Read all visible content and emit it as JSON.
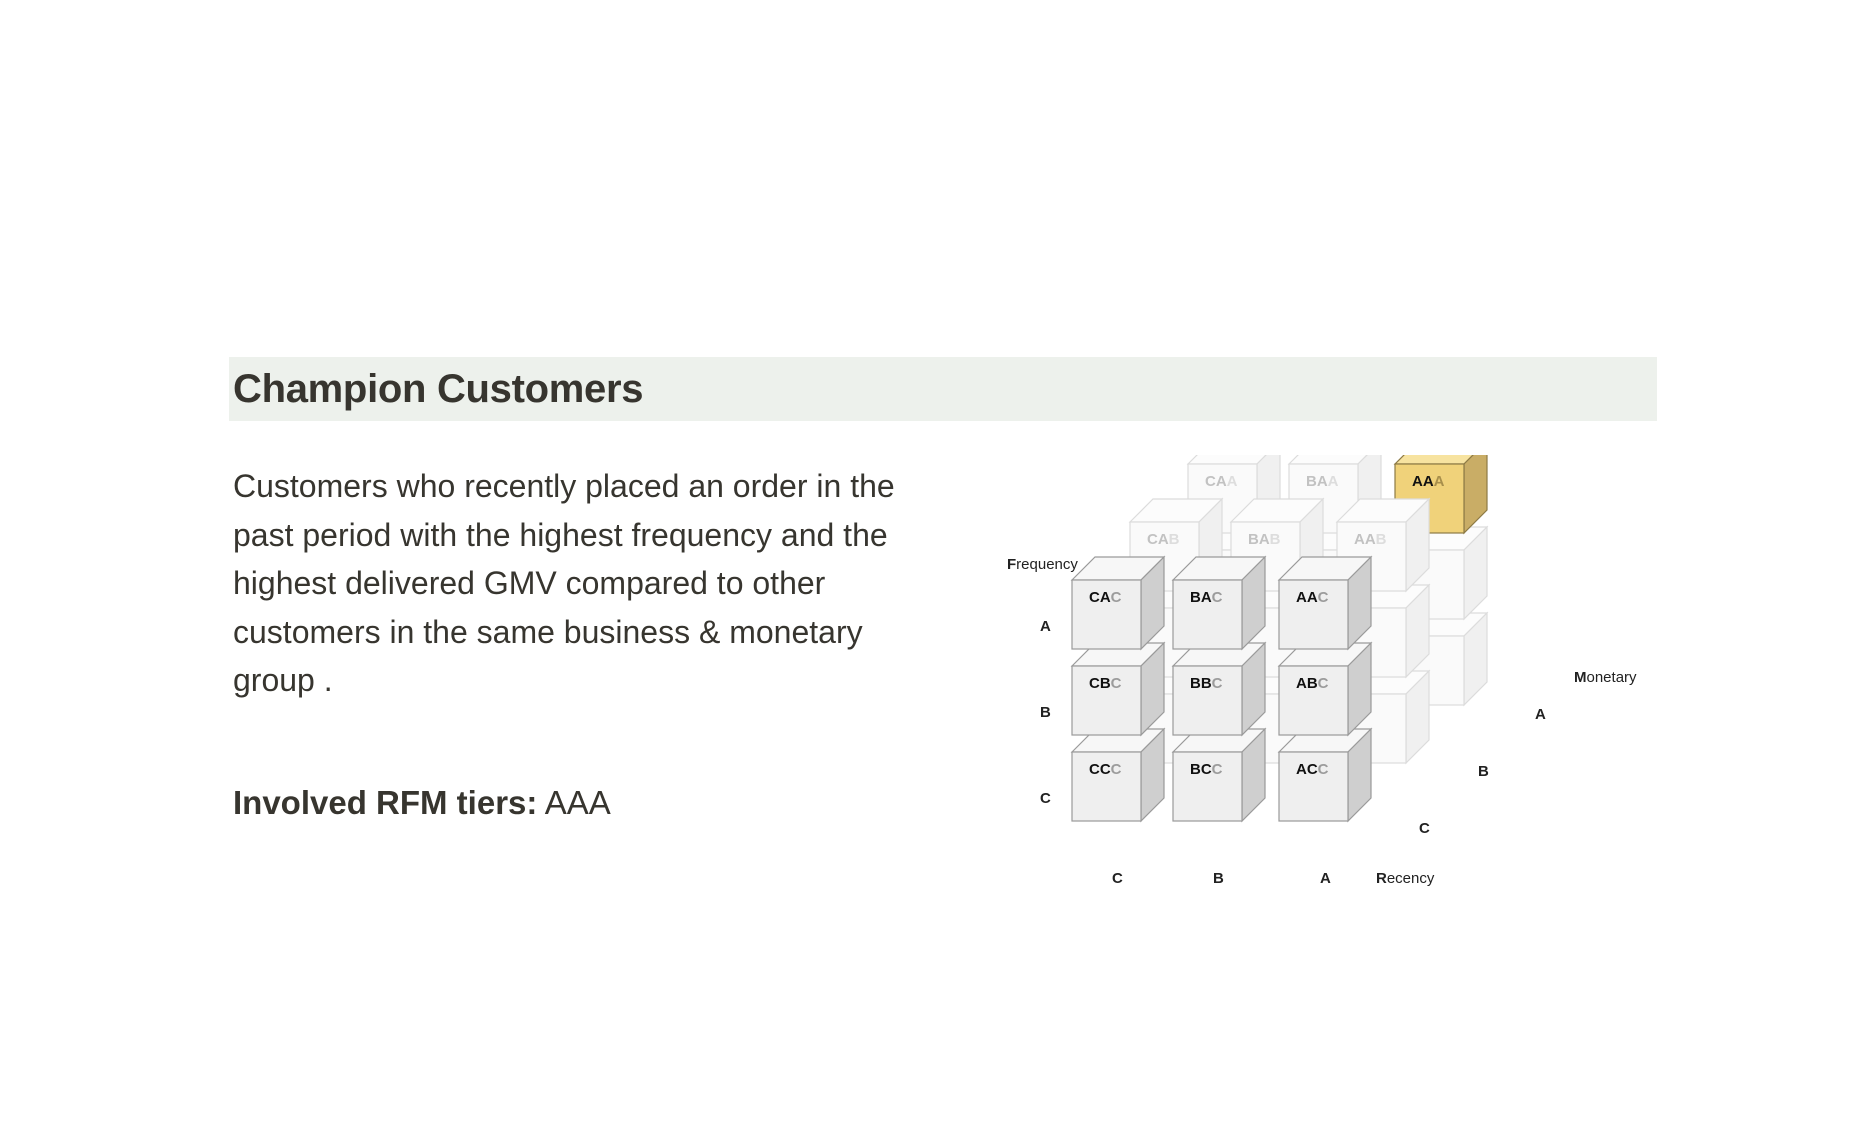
{
  "section": {
    "title": "Champion Customers",
    "description": "Customers who recently placed an order in the past period with the highest frequency and the highest delivered GMV compared to other customers in the same business & monetary group .",
    "tiers_label": "Involved RFM tiers:",
    "tiers_value": "AAA"
  },
  "diagram": {
    "axes": {
      "frequency": "Frequency",
      "monetary": "Monetary",
      "recency": "Recency"
    },
    "frequency_levels": [
      "A",
      "B",
      "C"
    ],
    "recency_levels": [
      "C",
      "B",
      "A"
    ],
    "monetary_levels": [
      "A",
      "B",
      "C"
    ],
    "front_layer_cubes": [
      [
        "CAC",
        "BAC",
        "AAC"
      ],
      [
        "CBC",
        "BBC",
        "ABC"
      ],
      [
        "CCC",
        "BCC",
        "ACC"
      ]
    ],
    "middle_layer_top_row": [
      "CAB",
      "BAB",
      "AAB"
    ],
    "back_layer_top_row": [
      "CAA",
      "BAA",
      "AAA"
    ],
    "highlighted_tier": "AAA",
    "colors": {
      "highlight_top": "#f7e3a0",
      "highlight_front": "#f0d27a",
      "highlight_side": "#c9ad66",
      "cube_front": "#efefef",
      "cube_top": "#f7f7f7",
      "cube_side": "#cfcfcf",
      "cube_stroke": "#9a9a9a",
      "faded_stroke": "#dcdcdc",
      "heading_bg": "#edf1ec"
    }
  }
}
